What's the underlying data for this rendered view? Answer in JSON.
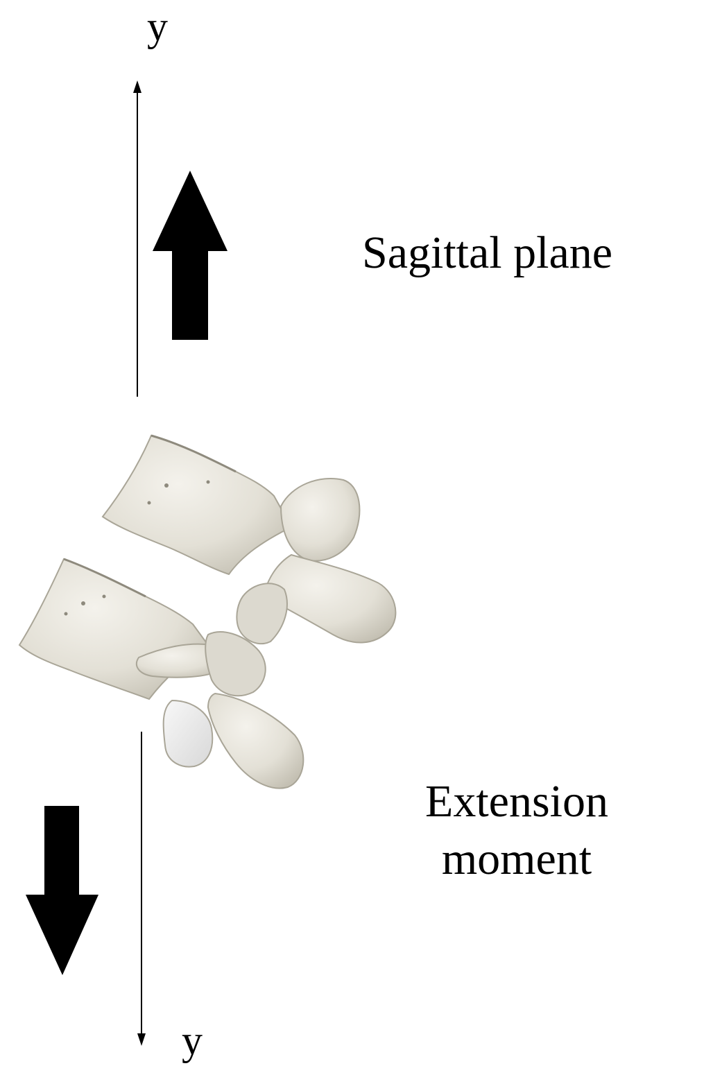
{
  "labels": {
    "axis_top": "y",
    "axis_bottom": "y",
    "plane": "Sagittal plane",
    "moment_line1": "Extension",
    "moment_line2": "moment"
  },
  "illustration": {
    "subject": "two lumbar vertebrae (lateral view)",
    "bone_color": "#e6e4dc",
    "bone_shadow": "#b9b6aa"
  },
  "icons": {
    "load_arrow_up": "arrow-up-icon",
    "load_arrow_down": "arrow-down-icon"
  }
}
